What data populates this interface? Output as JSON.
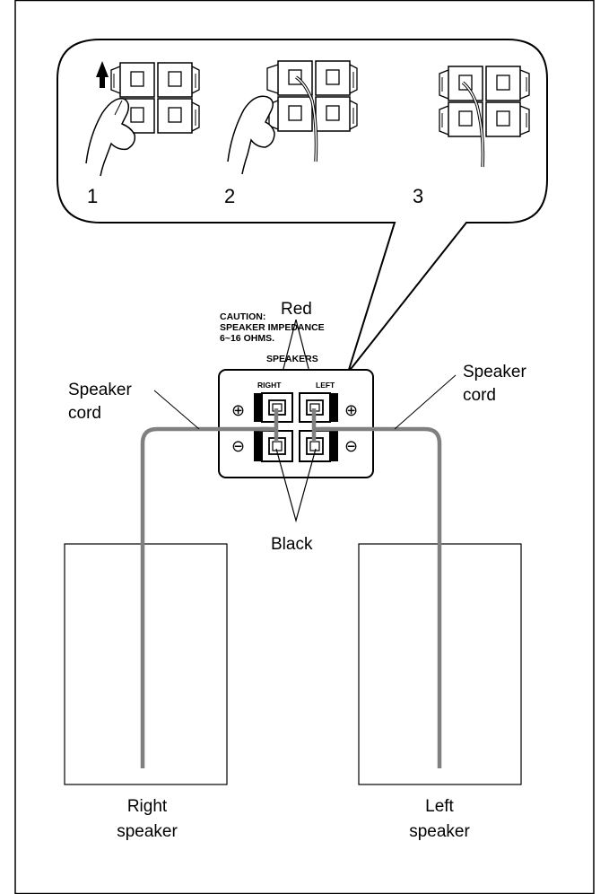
{
  "steps": [
    "1",
    "2",
    "3"
  ],
  "caution": {
    "line1": "CAUTION:",
    "line2": "SPEAKER IMPEDANCE",
    "line3": "6~16 OHMS."
  },
  "panel": {
    "title": "SPEAKERS",
    "right": "RIGHT",
    "left": "LEFT",
    "plus": "⊕",
    "minus": "⊖"
  },
  "labels": {
    "red": "Red",
    "black": "Black",
    "cord_left_1": "Speaker",
    "cord_left_2": "cord",
    "cord_right_1": "Speaker",
    "cord_right_2": "cord",
    "right_speaker_1": "Right",
    "right_speaker_2": "speaker",
    "left_speaker_1": "Left",
    "left_speaker_2": "speaker"
  },
  "colors": {
    "cord": "#808080",
    "line": "#000000"
  },
  "icons": [
    "arrow-up-icon",
    "hand-icon",
    "terminal-clip-icon"
  ]
}
